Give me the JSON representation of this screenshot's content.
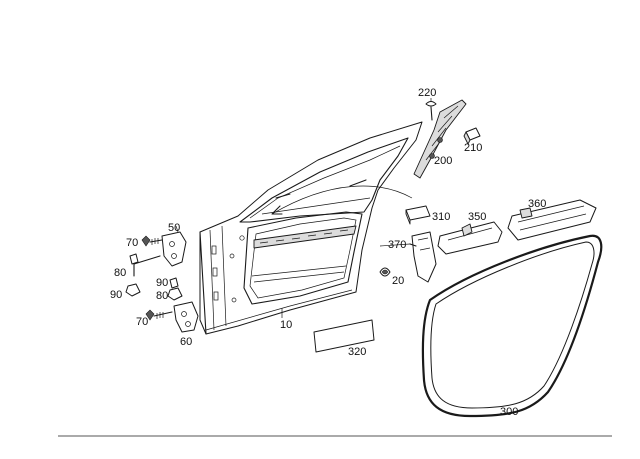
{
  "labels": {
    "p10": "10",
    "p20": "20",
    "p50": "50",
    "p60": "60",
    "p70a": "70",
    "p70b": "70",
    "p80a": "80",
    "p80b": "80",
    "p90a": "90",
    "p90b": "90",
    "p200": "200",
    "p210": "210",
    "p220": "220",
    "p300": "300",
    "p310": "310",
    "p320": "320",
    "p350": "350",
    "p360": "360",
    "p370": "370"
  }
}
